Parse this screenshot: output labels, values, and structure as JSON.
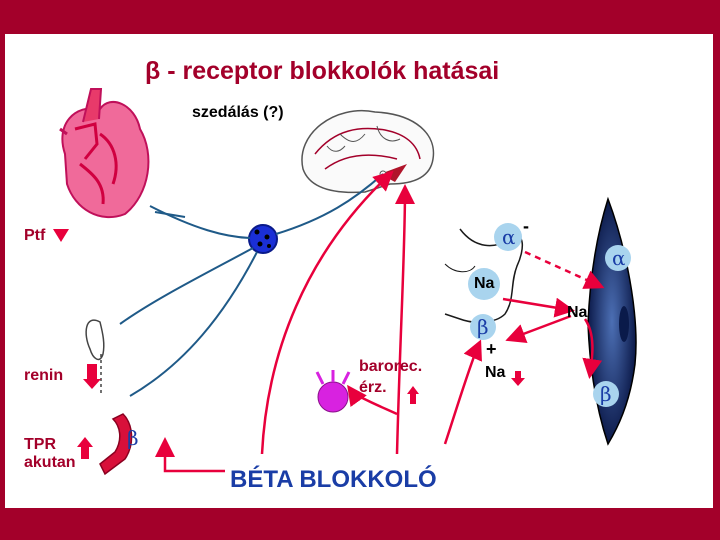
{
  "title": "β - receptor blokkolók hatásai",
  "labels": {
    "dizziness": "szedálás (?)",
    "ptf": "Ptf",
    "renin": "renin",
    "tpr_line1": "TPR",
    "tpr_line2": "akutan",
    "barorec_line1": "barorec.",
    "barorec_line2": "érz.",
    "na1": "Na",
    "na2": "Na",
    "na3": "Na",
    "plus": "+",
    "minus": "-",
    "alpha1": "α",
    "alpha2": "α",
    "beta1": "β",
    "beta2": "β",
    "beta3": "β",
    "beta_blocker": "BÉTA BLOKKOLÓ"
  },
  "colors": {
    "background": "#a3002a",
    "slide": "#ffffff",
    "accent_red": "#a3002a",
    "arrow_red": "#e8003c",
    "nerve_blue": "#1f5a88",
    "text_blue": "#1a3da6"
  }
}
